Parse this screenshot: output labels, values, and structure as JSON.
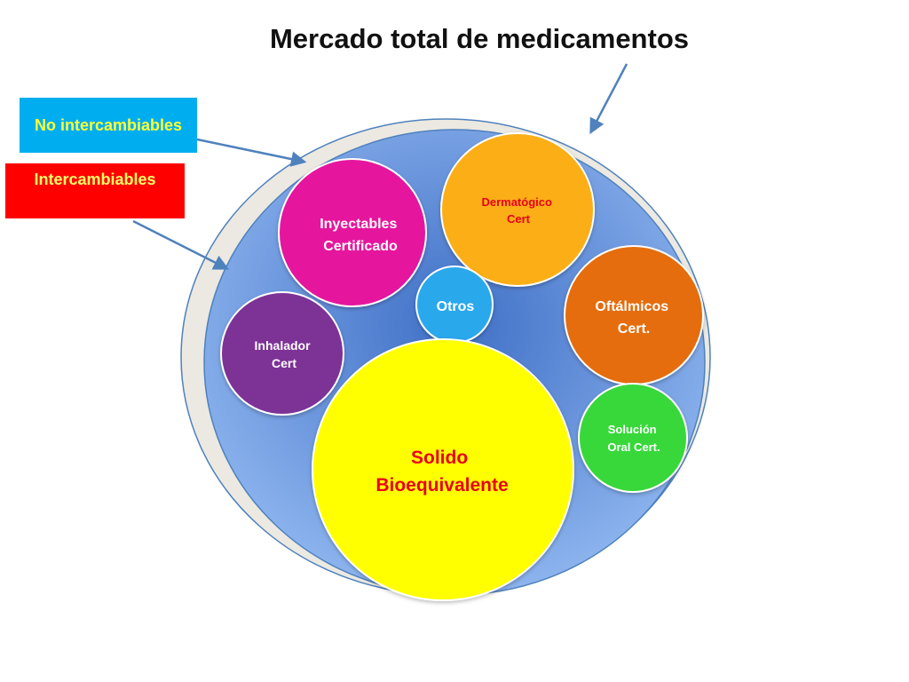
{
  "title": "Mercado total de medicamentos",
  "legend": {
    "no_intercambiables": "No intercambiables",
    "intercambiables": "Intercambiables"
  },
  "bubbles": {
    "dermatologico": [
      "Dermatógico",
      "Cert"
    ],
    "inyectables": [
      "Inyectables",
      "Certificado"
    ],
    "otros": [
      "Otros"
    ],
    "oftalmicos": [
      "Oftálmicos",
      "Cert."
    ],
    "inhalador": [
      "Inhalador",
      "Cert"
    ],
    "solido": [
      "Solido",
      "Bioequivalente"
    ],
    "solucion": [
      "Solución",
      "Oral Cert."
    ]
  },
  "colors": {
    "outer_ring": "#ebe9e1",
    "inner_disc": "#6c9be0",
    "dermatologico": "#fbae17",
    "inyectables": "#e5139d",
    "otros": "#29a8ec",
    "oftalmicos": "#e56d10",
    "inhalador": "#7d3296",
    "solido": "#ffff00",
    "solucion": "#38d83a",
    "arrow": "#4f81bd"
  }
}
